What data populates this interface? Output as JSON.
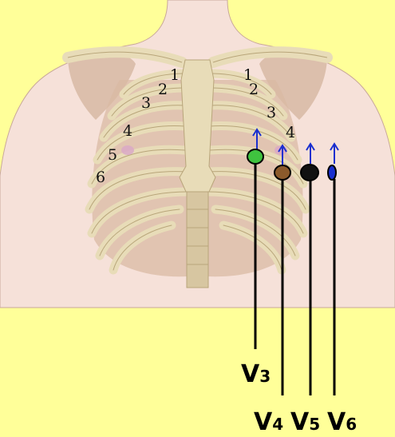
{
  "diagram": {
    "background_color": "#ffff99",
    "skin_color": "#f6e1d9",
    "bone_color": "#e8dcb8",
    "shadow_color": "#d6b6a0",
    "rib_numbers_right": [
      "1",
      "2",
      "3",
      "4",
      "5",
      "6"
    ],
    "rib_numbers_left": [
      "1",
      "2",
      "3",
      "4"
    ],
    "leads": [
      {
        "name": "V3",
        "letter": "V",
        "number": "3",
        "color": "#3fc23f"
      },
      {
        "name": "V4",
        "letter": "V",
        "number": "4",
        "color": "#8b5a2b"
      },
      {
        "name": "V5",
        "letter": "V",
        "number": "5",
        "color": "#111111"
      },
      {
        "name": "V6",
        "letter": "V",
        "number": "6",
        "color": "#1a2fcf"
      }
    ],
    "arrow_color": "#1a2fcf",
    "intercostal_marker_color": "#d9a9c7"
  }
}
